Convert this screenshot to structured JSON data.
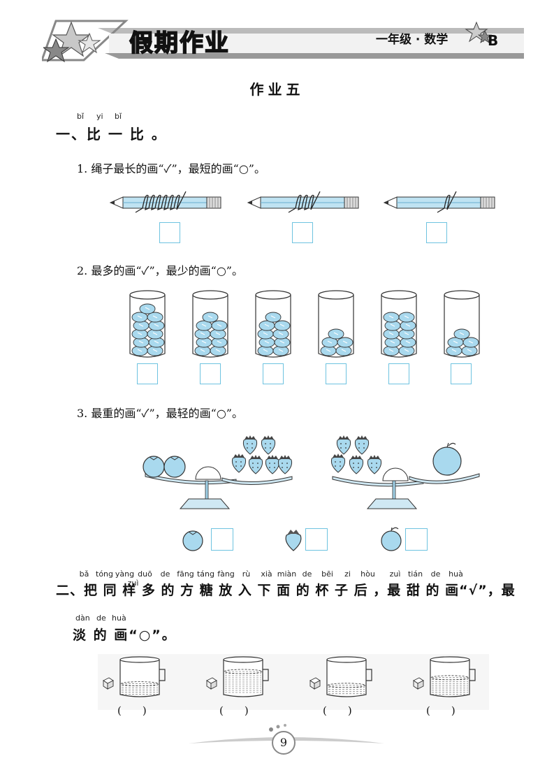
{
  "header": {
    "title": "假期作业",
    "grade": "一年级 · 数学",
    "edition": "B"
  },
  "homework_title": "作业五",
  "section1": {
    "pinyin": [
      "bǐ",
      "yi",
      "bǐ"
    ],
    "heading": "一、比 一 比 。",
    "q1": "1. 绳子最长的画“✓”，最短的画“○”。",
    "q2": "2. 最多的画“✓”，最少的画“○”。",
    "q3": "3. 最重的画“✓”，最轻的画“○”。",
    "jar_candy_counts": [
      11,
      9,
      9,
      5,
      10,
      5
    ],
    "rope_wraps": [
      6,
      3,
      1
    ]
  },
  "section2": {
    "pinyin_line1": [
      "bǎ",
      "tóng",
      "yàng",
      "duō",
      "de",
      "fāng",
      "táng",
      "fàng",
      "rù",
      "xià",
      "miàn",
      "de",
      "bēi",
      "zi",
      "hòu",
      "zuì",
      "tián",
      "de",
      "huà",
      "zuì"
    ],
    "line1": "二、把 同 样 多 的 方 糖 放 入 下 面 的 杯 子 后 ，最 甜 的 画“√”，最",
    "pinyin_line2": [
      "dàn",
      "de",
      "huà"
    ],
    "line2": "淡 的 画“○”。",
    "answer_slots": [
      "(　　)",
      "(　　)",
      "(　　)",
      "(　　)"
    ],
    "water_levels": [
      0.35,
      0.75,
      0.3,
      0.55
    ]
  },
  "page_number": "9"
}
